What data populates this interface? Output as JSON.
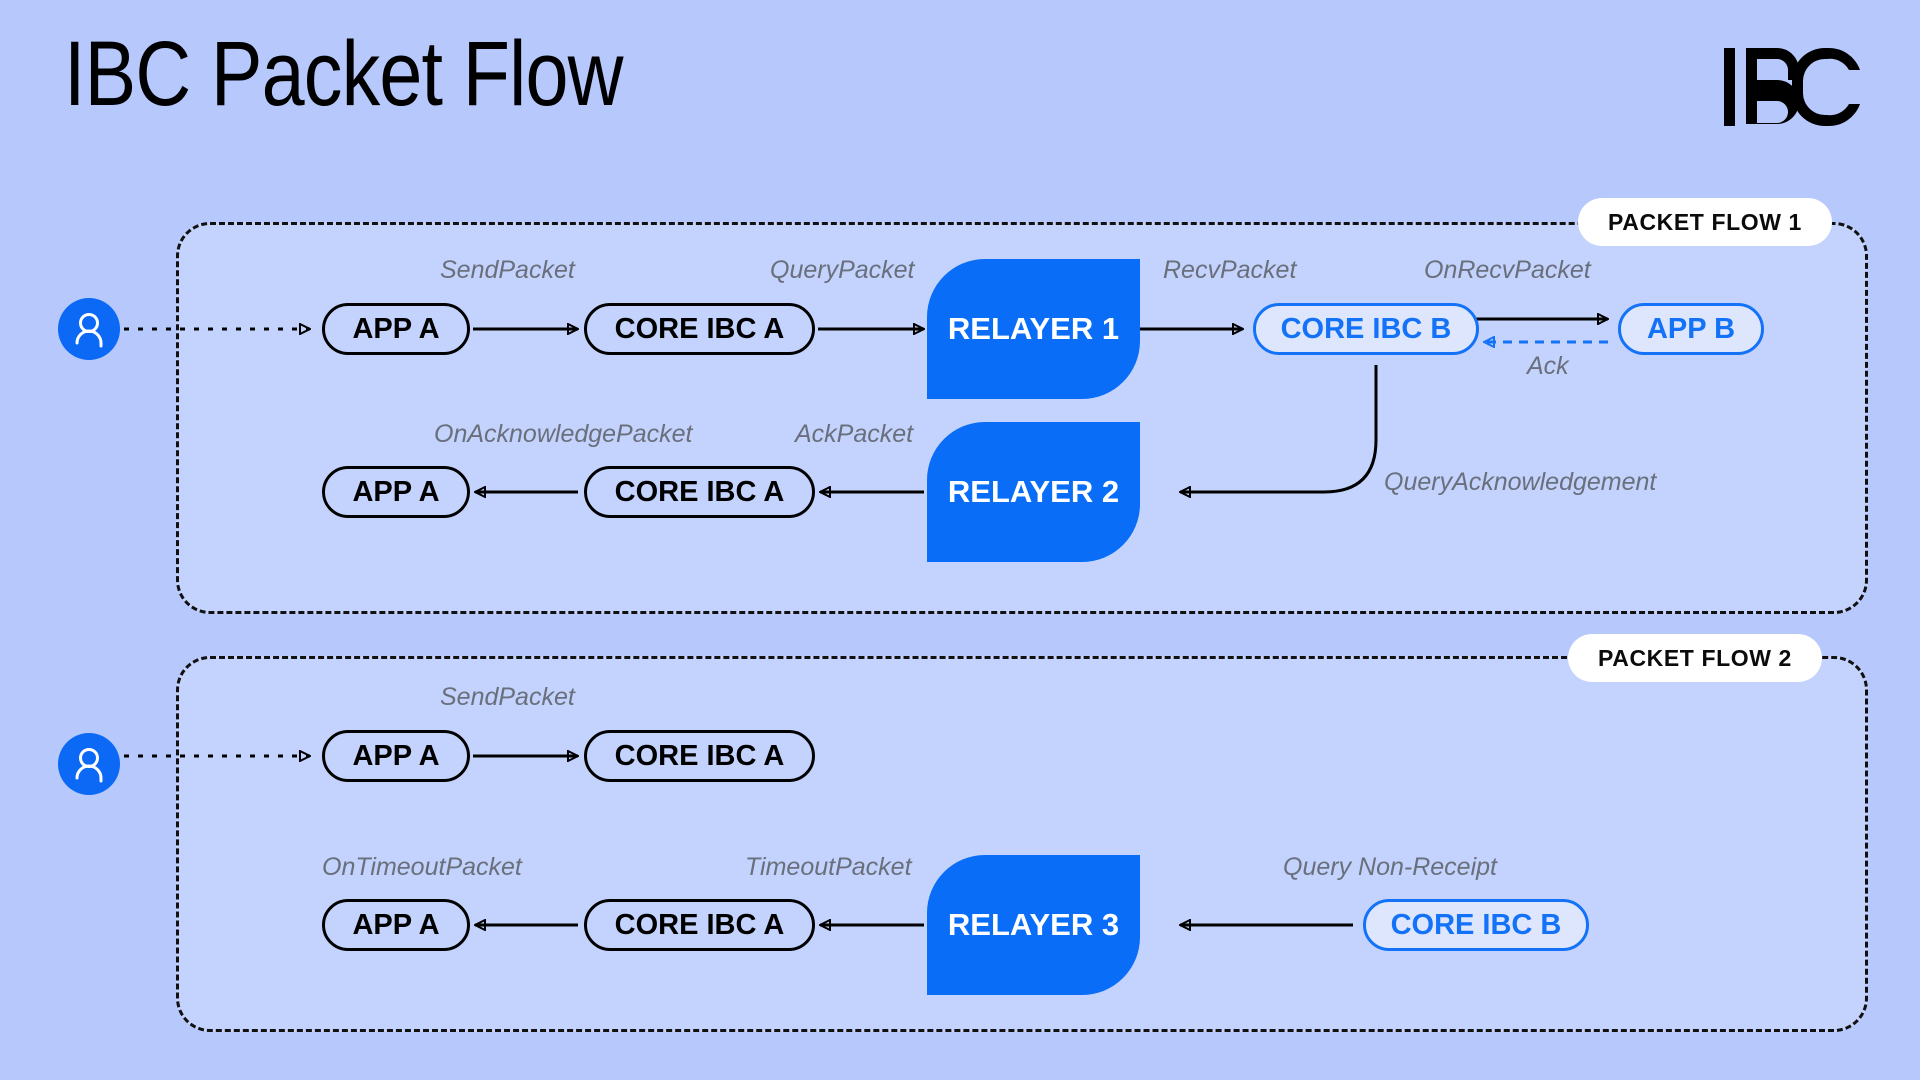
{
  "header": {
    "title": "IBC Packet Flow",
    "logo_alt": "IBC"
  },
  "colors": {
    "page_background": "#b6c8fc",
    "panel_background": "#c3d3fd",
    "brand_blue": "#0a6df7",
    "node_blue_text": "#1372f7",
    "node_blue_fill": "#dde6fd",
    "label_gray": "#6a6f7c",
    "stroke_black": "#000000",
    "badge_white": "#ffffff"
  },
  "flows": [
    {
      "badge": "PACKET FLOW 1",
      "rows": [
        {
          "name": "send-row",
          "nodes": [
            {
              "label": "APP A",
              "style": "dark"
            },
            {
              "label": "CORE IBC A",
              "style": "dark"
            },
            {
              "label": "RELAYER 1",
              "style": "relayer"
            },
            {
              "label": "CORE IBC B",
              "style": "blue"
            },
            {
              "label": "APP B",
              "style": "blue"
            }
          ],
          "edges": [
            {
              "label": "",
              "kind": "dotted-black"
            },
            {
              "label": "SendPacket",
              "kind": "solid-black"
            },
            {
              "label": "QueryPacket",
              "kind": "solid-black"
            },
            {
              "label": "RecvPacket",
              "kind": "solid-black"
            },
            {
              "label": "OnRecvPacket",
              "kind": "solid-black"
            },
            {
              "label": "Ack",
              "kind": "dashed-blue"
            }
          ]
        },
        {
          "name": "ack-row",
          "nodes": [
            {
              "label": "APP A",
              "style": "dark"
            },
            {
              "label": "CORE IBC A",
              "style": "dark"
            },
            {
              "label": "RELAYER 2",
              "style": "relayer"
            }
          ],
          "edges": [
            {
              "label": "OnAcknowledgePacket",
              "kind": "solid-black"
            },
            {
              "label": "AckPacket",
              "kind": "solid-black"
            },
            {
              "label": "QueryAcknowledgement",
              "kind": "solid-black-curved"
            }
          ]
        }
      ]
    },
    {
      "badge": "PACKET FLOW 2",
      "rows": [
        {
          "name": "send-row",
          "nodes": [
            {
              "label": "APP A",
              "style": "dark"
            },
            {
              "label": "CORE IBC A",
              "style": "dark"
            }
          ],
          "edges": [
            {
              "label": "",
              "kind": "dotted-black"
            },
            {
              "label": "SendPacket",
              "kind": "solid-black"
            }
          ]
        },
        {
          "name": "timeout-row",
          "nodes": [
            {
              "label": "APP A",
              "style": "dark"
            },
            {
              "label": "CORE IBC A",
              "style": "dark"
            },
            {
              "label": "RELAYER 3",
              "style": "relayer"
            },
            {
              "label": "CORE IBC B",
              "style": "blue"
            }
          ],
          "edges": [
            {
              "label": "OnTimeoutPacket",
              "kind": "solid-black"
            },
            {
              "label": "TimeoutPacket",
              "kind": "solid-black"
            },
            {
              "label": "Query Non-Receipt",
              "kind": "solid-black"
            }
          ]
        }
      ]
    }
  ],
  "labels": {
    "f1r1_sendpacket": "SendPacket",
    "f1r1_querypacket": "QueryPacket",
    "f1r1_recvpacket": "RecvPacket",
    "f1r1_onrecvpacket": "OnRecvPacket",
    "f1r1_ack": "Ack",
    "f1r2_onacknowledgepacket": "OnAcknowledgePacket",
    "f1r2_ackpacket": "AckPacket",
    "f1r2_queryacknowledgement": "QueryAcknowledgement",
    "f2r1_sendpacket": "SendPacket",
    "f2r2_ontimeoutpacket": "OnTimeoutPacket",
    "f2r2_timeoutpacket": "TimeoutPacket",
    "f2r2_querynonreceipt": "Query Non-Receipt"
  },
  "nodes": {
    "f1r1_appa": "APP A",
    "f1r1_coreibca": "CORE IBC A",
    "f1r1_relayer1": "RELAYER 1",
    "f1r1_coreibcb": "CORE IBC B",
    "f1r1_appb": "APP B",
    "f1r2_appa": "APP A",
    "f1r2_coreibca": "CORE IBC A",
    "f1r2_relayer2": "RELAYER 2",
    "f2r1_appa": "APP A",
    "f2r1_coreibca": "CORE IBC A",
    "f2r2_appa": "APP A",
    "f2r2_coreibca": "CORE IBC A",
    "f2r2_relayer3": "RELAYER 3",
    "f2r2_coreibcb": "CORE IBC B"
  },
  "badges": {
    "flow1": "PACKET FLOW 1",
    "flow2": "PACKET FLOW 2"
  }
}
